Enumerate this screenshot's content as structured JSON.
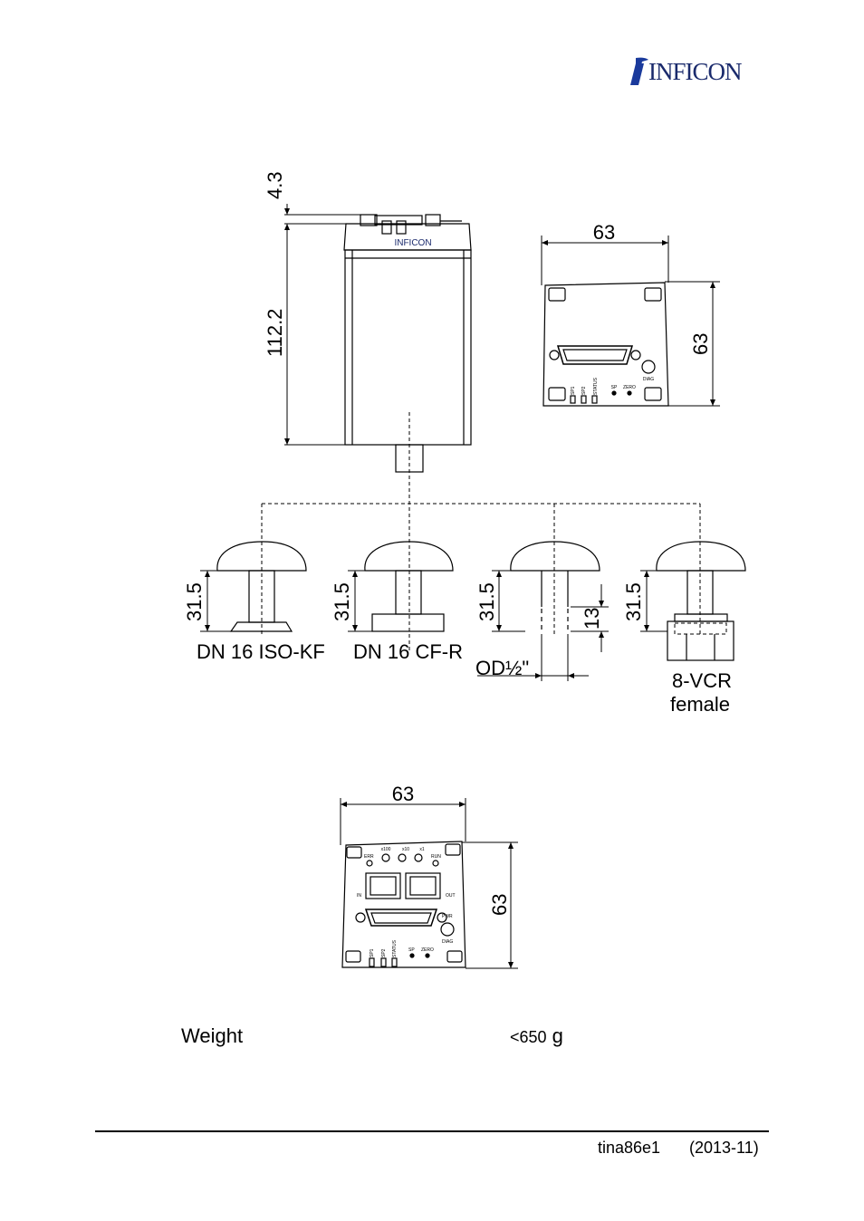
{
  "header": {
    "logo_text": "INFICON"
  },
  "drawing": {
    "dim_top_cap": "4.3",
    "dim_body_length": "112.2",
    "dim_width_top": "63",
    "dim_height_top": "63",
    "device_logo": "INFICON",
    "top_view": {
      "diag": "DIAG",
      "sp": "SP",
      "zero": "ZERO",
      "sp1": "SP1",
      "sp2": "SP2",
      "status": "STATUS"
    },
    "flanges": [
      {
        "dim": "31.5",
        "label": "DN 16 ISO-KF"
      },
      {
        "dim": "31.5",
        "label": "DN 16 CF-R"
      },
      {
        "dim": "31.5",
        "label": "OD½\"",
        "extra_dim": "13"
      },
      {
        "dim": "31.5",
        "label_line1": "8-VCR",
        "label_line2": "female"
      }
    ],
    "bottom_view": {
      "dim_width": "63",
      "dim_height": "63",
      "x100": "x100",
      "x10": "x10",
      "x1": "x1",
      "err": "ERR",
      "run": "RUN",
      "in": "IN",
      "out": "OUT",
      "pwr": "PWR",
      "diag": "DIAG",
      "sp": "SP",
      "zero": "ZERO",
      "sp1": "SP1",
      "sp2": "SP2",
      "status": "STATUS"
    }
  },
  "weight": {
    "label": "Weight",
    "value_prefix": "<650",
    "value_unit": " g"
  },
  "footer": {
    "doc_id": "tina86e1",
    "date": "(2013-11)"
  }
}
